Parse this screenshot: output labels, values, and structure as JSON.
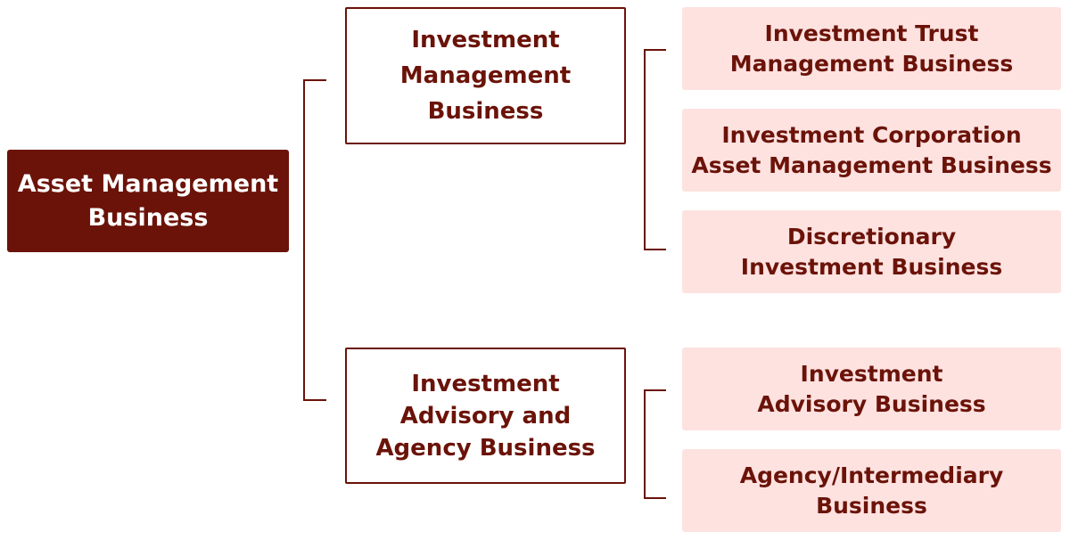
{
  "root": {
    "label": "Asset Management\nBusiness"
  },
  "branches": [
    {
      "label": "Investment\nManagement\nBusiness",
      "children": [
        "Investment Trust\nManagement Business",
        "Investment Corporation\nAsset Management Business",
        "Discretionary\nInvestment Business"
      ]
    },
    {
      "label": "Investment\nAdvisory and\nAgency Business",
      "children": [
        "Investment\nAdvisory Business",
        "Agency/Intermediary\nBusiness"
      ]
    }
  ],
  "colors": {
    "primary": "#6b1309",
    "leaf_fill": "#fde2e0",
    "mid_fill": "#ffffff"
  }
}
